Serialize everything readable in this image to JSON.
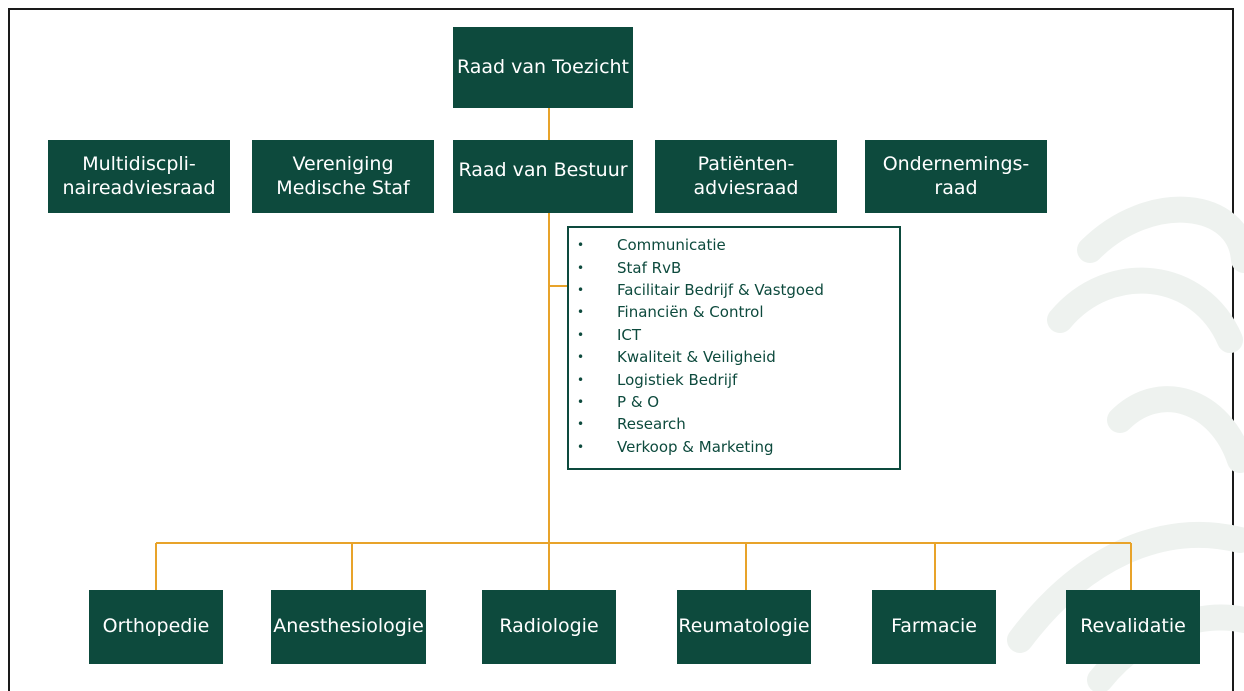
{
  "colors": {
    "box_fill": "#0d4a3d",
    "box_text": "#ffffff",
    "connector": "#e8a32a",
    "list_border": "#0d4a3d",
    "watermark": "#eef2ef"
  },
  "top": {
    "supervisory_board": "Raad van Toezicht"
  },
  "middle": {
    "multidisciplinary": "Multidiscpli-\nnaireadviesraad",
    "medical_staff": "Vereniging\nMedische Staf",
    "board": "Raad van Bestuur",
    "patients": "Patiënten-\nadviesraad",
    "works_council": "Ondernemings-\nraad"
  },
  "staff_services": {
    "bullet": "•",
    "items": [
      "Communicatie",
      "Staf RvB",
      "Facilitair Bedrijf & Vastgoed",
      "Financiën & Control",
      "ICT",
      "Kwaliteit & Veiligheid",
      "Logistiek Bedrijf",
      "P & O",
      "Research",
      "Verkoop & Marketing"
    ]
  },
  "departments": [
    "Orthopedie",
    "Anesthesiologie",
    "Radiologie",
    "Reumatologie",
    "Farmacie",
    "Revalidatie"
  ]
}
